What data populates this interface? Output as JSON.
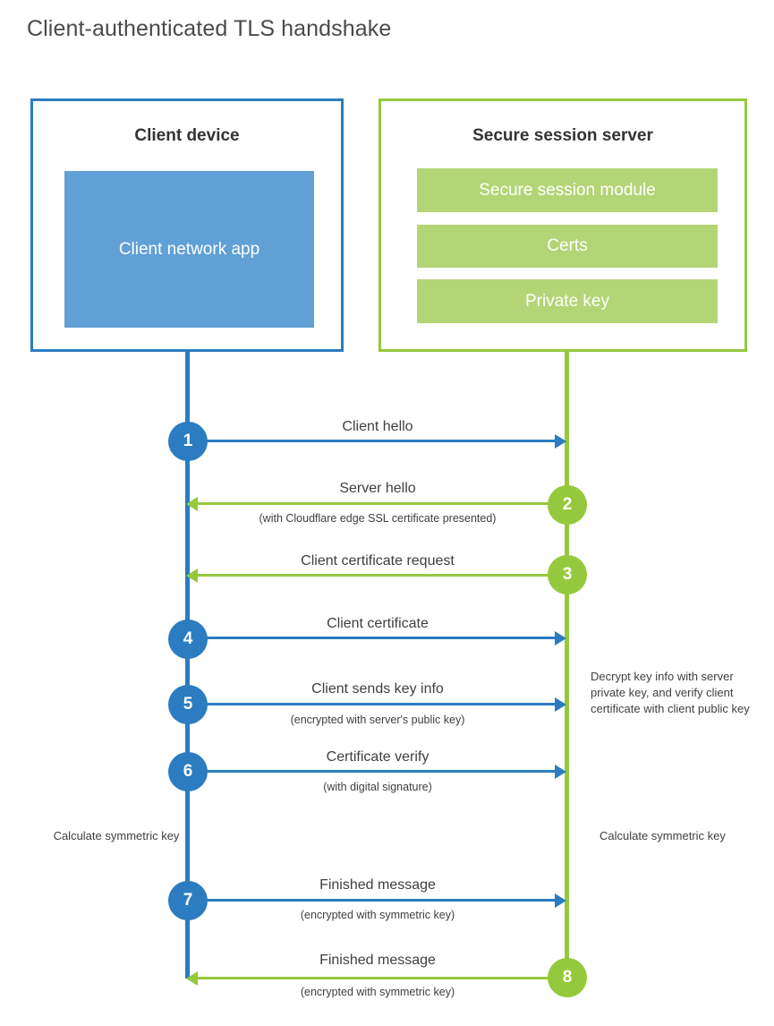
{
  "title": "Client-authenticated TLS handshake",
  "colors": {
    "client_blue": "#2b7cc0",
    "client_app_fill": "#61a0d6",
    "server_green": "#95c93d",
    "server_block_fill": "#b4d576",
    "text": "#3f3f3f",
    "title_text": "#4a4a4a",
    "background": "#ffffff"
  },
  "client": {
    "title": "Client device",
    "app_label": "Client network app"
  },
  "server": {
    "title": "Secure session server",
    "blocks": [
      {
        "label": "Secure session module"
      },
      {
        "label": "Certs"
      },
      {
        "label": "Private key"
      }
    ]
  },
  "messages": [
    {
      "step": "1",
      "label": "Client hello",
      "sublabel": "",
      "direction": "client-to-server",
      "color": "blue"
    },
    {
      "step": "2",
      "label": "Server hello",
      "sublabel": "(with Cloudflare edge SSL certificate presented)",
      "direction": "server-to-client",
      "color": "green"
    },
    {
      "step": "3",
      "label": "Client certificate request",
      "sublabel": "",
      "direction": "server-to-client",
      "color": "green"
    },
    {
      "step": "4",
      "label": "Client certificate",
      "sublabel": "",
      "direction": "client-to-server",
      "color": "blue"
    },
    {
      "step": "5",
      "label": "Client sends key info",
      "sublabel": "(encrypted with server's public key)",
      "direction": "client-to-server",
      "color": "blue"
    },
    {
      "step": "6",
      "label": "Certificate verify",
      "sublabel": "(with digital signature)",
      "direction": "client-to-server",
      "color": "blue"
    },
    {
      "step": "7",
      "label": "Finished message",
      "sublabel": "(encrypted with symmetric key)",
      "direction": "client-to-server",
      "color": "blue"
    },
    {
      "step": "8",
      "label": "Finished message",
      "sublabel": "(encrypted with symmetric key)",
      "direction": "server-to-client",
      "color": "green"
    }
  ],
  "annotations": {
    "decrypt_note": "Decrypt key info with server private key, and verify client certificate with client public key",
    "calculate_key_client": "Calculate symmetric key",
    "calculate_key_server": "Calculate symmetric key"
  }
}
